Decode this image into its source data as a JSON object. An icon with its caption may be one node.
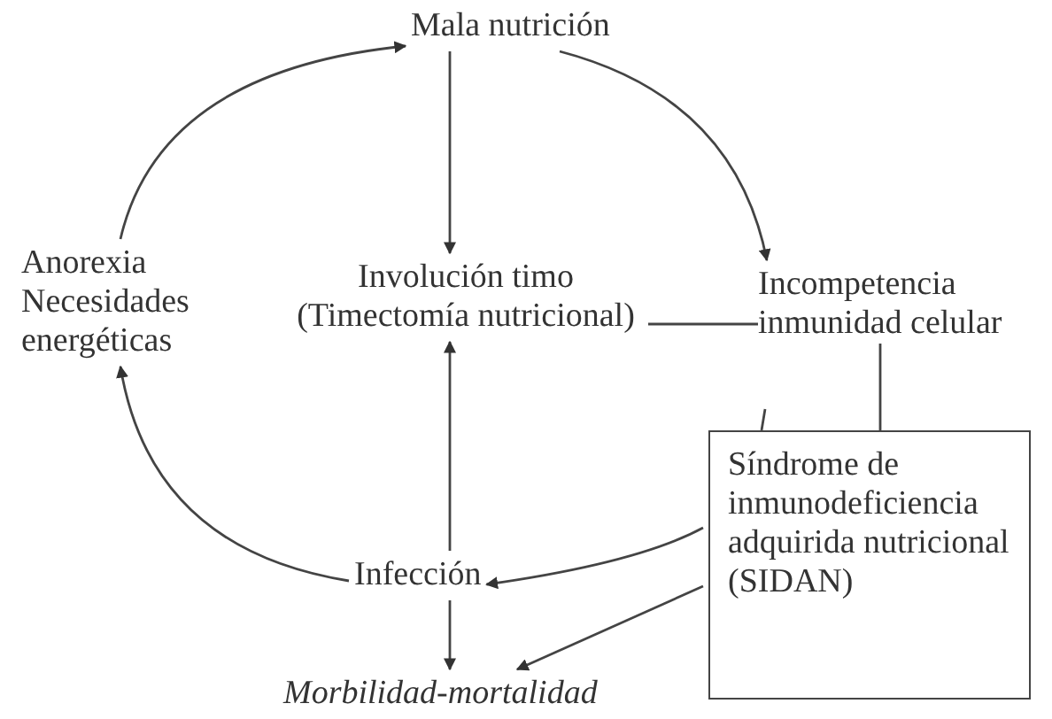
{
  "diagram": {
    "nodes": [
      {
        "text": [
          "Mala nutrición"
        ]
      },
      {
        "text": [
          "Anorexia Necesidades energéticas"
        ]
      },
      {
        "text": [
          "Involución timo (Timectomía nutricional)"
        ]
      },
      {
        "text": [
          "Incompetencia inmunidad celular"
        ]
      },
      {
        "text": [
          "Síndrome de inmunodeficiencia adquirida nutricional (SIDAN)"
        ]
      },
      {
        "text": [
          "Infección"
        ]
      },
      {
        "text": [
          "Morbilidad-mortalidad"
        ]
      }
    ],
    "edges": [
      {
        "from": 1,
        "to": 0,
        "arrow": "to"
      },
      {
        "from": 0,
        "to": 2,
        "arrow": "to"
      },
      {
        "from": 0,
        "to": 3,
        "arrow": "to"
      },
      {
        "from": 2,
        "to": 3,
        "arrow": "none"
      },
      {
        "from": 3,
        "to": 4,
        "arrow": "none"
      },
      {
        "from": null,
        "to": 4,
        "arrow": "none"
      },
      {
        "from": 5,
        "to": 2,
        "arrow": "to"
      },
      {
        "from": 5,
        "to": 1,
        "arrow": "to"
      },
      {
        "from": 5,
        "to": 6,
        "arrow": "to"
      },
      {
        "from": 4,
        "to": 5,
        "arrow": "to"
      },
      {
        "from": 4,
        "to": 6,
        "arrow": "to"
      }
    ]
  }
}
